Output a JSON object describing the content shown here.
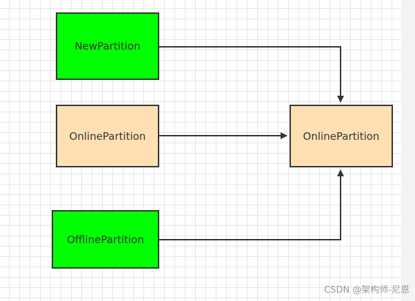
{
  "colors": {
    "green": "#00ff00",
    "peach": "#ffe0b2",
    "stroke": "#333333"
  },
  "nodes": {
    "new_partition": {
      "label": "NewPartition",
      "color": "#00ff00"
    },
    "online_partition_source": {
      "label": "OnlinePartition",
      "color": "#ffe0b2"
    },
    "offline_partition": {
      "label": "OfflinePartition",
      "color": "#00ff00"
    },
    "online_partition_target": {
      "label": "OnlinePartition",
      "color": "#ffe0b2"
    }
  },
  "edges": [
    {
      "from": "NewPartition",
      "to": "OnlinePartition"
    },
    {
      "from": "OnlinePartition",
      "to": "OnlinePartition"
    },
    {
      "from": "OfflinePartition",
      "to": "OnlinePartition"
    }
  ],
  "watermark": "CSDN @架构师-尼恩"
}
